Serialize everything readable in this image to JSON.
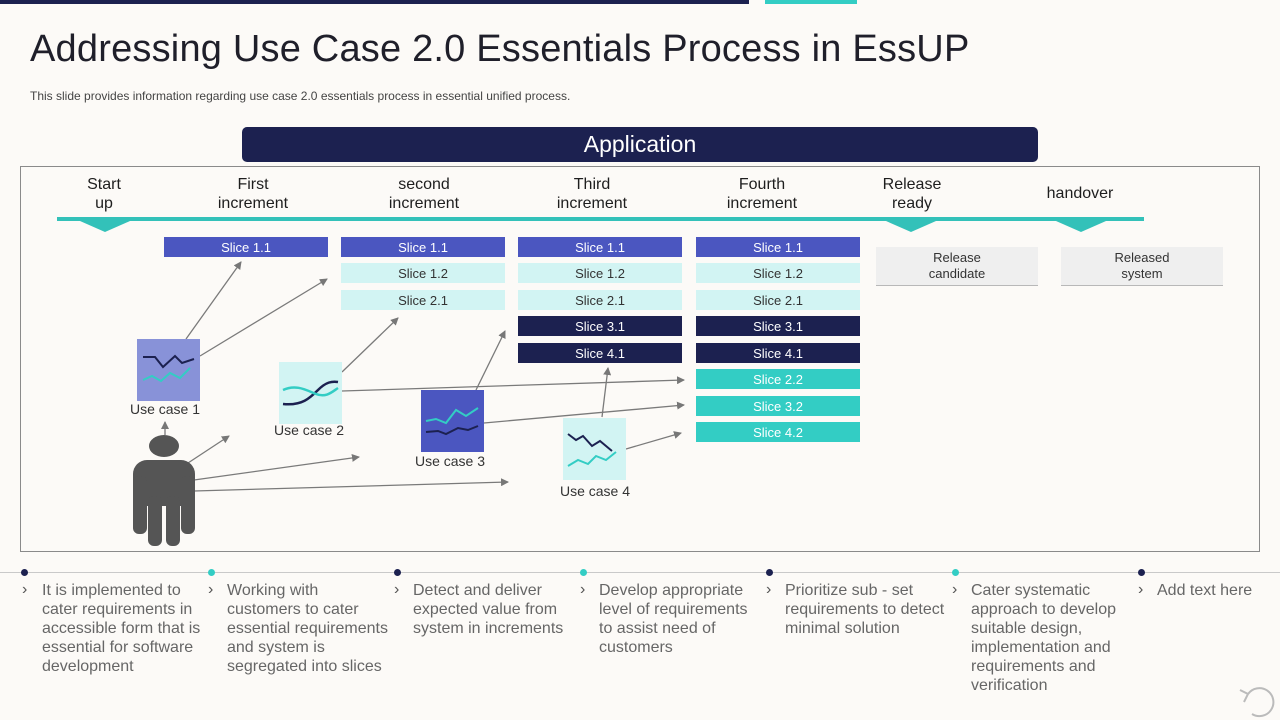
{
  "title": "Addressing Use Case 2.0 Essentials Process in EssUP",
  "subtitle": "This slide provides  information  regarding  use case 2.0 essentials process in essential unified  process.",
  "application_label": "Application",
  "colors": {
    "navy": "#1c2150",
    "teal": "#33cdc4",
    "blue": "#4b56c0",
    "light_teal": "#d2f4f3"
  },
  "phases": [
    {
      "line1": "Start",
      "line2": "up"
    },
    {
      "line1": "First",
      "line2": "increment"
    },
    {
      "line1": "second",
      "line2": "increment"
    },
    {
      "line1": "Third",
      "line2": "increment"
    },
    {
      "line1": "Fourth",
      "line2": "increment"
    },
    {
      "line1": "Release",
      "line2": "ready"
    },
    {
      "line1": "handover",
      "line2": ""
    }
  ],
  "slices": {
    "col1": [
      "Slice 1.1"
    ],
    "col2": [
      "Slice 1.1",
      "Slice 1.2",
      "Slice 2.1"
    ],
    "col3": [
      "Slice 1.1",
      "Slice 1.2",
      "Slice 2.1",
      "Slice 3.1",
      "Slice 4.1"
    ],
    "col4": [
      "Slice 1.1",
      "Slice 1.2",
      "Slice 2.1",
      "Slice 3.1",
      "Slice 4.1",
      "Slice 2.2",
      "Slice 3.2",
      "Slice 4.2"
    ]
  },
  "release_boxes": [
    {
      "line1": "Release",
      "line2": "candidate"
    },
    {
      "line1": "Released",
      "line2": "system"
    }
  ],
  "use_cases": [
    "Use case 1",
    "Use case 2",
    "Use case 3",
    "Use case 4"
  ],
  "bottom_points": [
    "It is implemented to cater requirements in accessible form that is essential for software development",
    "Working with customers to cater essential requirements and system is segregated into slices",
    "Detect and deliver expected value from system in increments",
    "Develop appropriate level of requirements to assist need of customers",
    "Prioritize sub - set requirements to detect minimal solution",
    "Cater systematic approach to develop suitable design, implementation and requirements and verification",
    "Add text here"
  ],
  "bottom_dot_colors": [
    "#1c2150",
    "#33cdc4",
    "#1c2150",
    "#33cdc4",
    "#1c2150",
    "#33cdc4",
    "#1c2150"
  ]
}
